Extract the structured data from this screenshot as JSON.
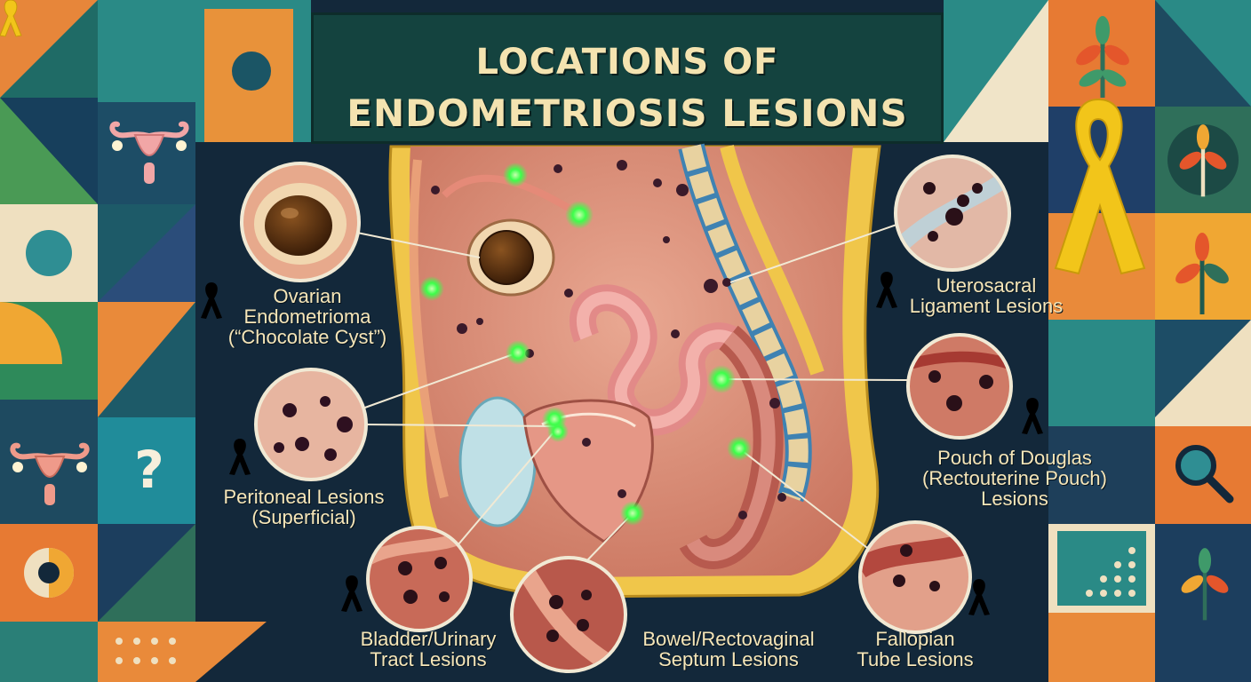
{
  "title": {
    "line1": "LOCATIONS OF",
    "line2": "ENDOMETRIOSIS LESIONS"
  },
  "decor": {
    "question_mark": "?"
  },
  "callouts": {
    "ovarian": {
      "lines": [
        "Ovarian",
        "Endometrioma",
        "(“Chocolate Cyst”)"
      ]
    },
    "peritoneal": {
      "lines": [
        "Peritoneal Lesions",
        "(Superficial)"
      ]
    },
    "bladder": {
      "lines": [
        "Bladder/Urinary",
        "Tract Lesions"
      ]
    },
    "bowel": {
      "lines": [
        "Bowel/Rectovaginal",
        "Septum Lesions"
      ]
    },
    "fallopian": {
      "lines": [
        "Fallopian",
        "Tube Lesions"
      ]
    },
    "douglas": {
      "lines": [
        "Pouch of Douglas",
        "(Rectouterine Pouch)",
        "Lesions"
      ]
    },
    "uterosacral": {
      "lines": [
        "Uterosacral",
        "Ligament Lesions"
      ]
    }
  },
  "colors": {
    "background": "#13283a",
    "title_panel": "#14433f",
    "title_text": "#f4e3b0",
    "label_text": "#f6e6b8",
    "ribbon": "#f2c51a",
    "lesion_marker": "#3cff4a",
    "tissue": "#d98d78",
    "fat_layer": "#f0c64a"
  },
  "icons": [
    "uterus-icon",
    "awareness-ribbon-icon",
    "question-mark-icon",
    "magnifier-icon",
    "sprout-icon"
  ]
}
